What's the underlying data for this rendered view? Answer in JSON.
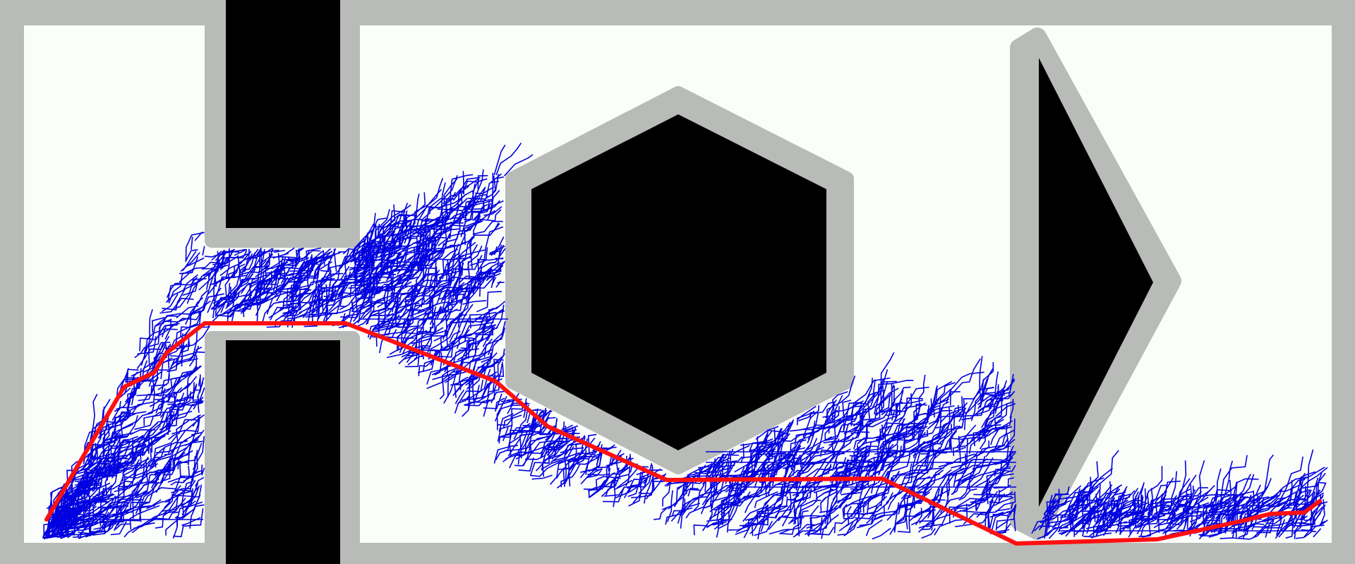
{
  "colors": {
    "background": "#b9bbb8",
    "free_space": "#fbfdfb",
    "obstacle_margin": "#b9bbb8",
    "obstacle": "#000000",
    "tree_edges": "#0000e0",
    "solution_path": "#ff1010"
  },
  "scene": {
    "obstacles": [
      {
        "name": "wall-top-segment"
      },
      {
        "name": "wall-bottom-segment"
      },
      {
        "name": "hexagon-obstacle"
      },
      {
        "name": "triangle-obstacle"
      }
    ],
    "tree": {
      "name": "exploration-tree",
      "kind": "random tree"
    },
    "path": {
      "name": "solution-path"
    }
  }
}
